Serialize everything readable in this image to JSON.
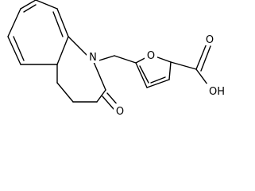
{
  "molecule": {
    "atom_labels": {
      "ring_nitrogen": "N",
      "furan_oxygen": "O",
      "carbonyl_oxygen": "O",
      "carboxyl_oxygen": "O",
      "hydroxyl": "OH"
    }
  }
}
